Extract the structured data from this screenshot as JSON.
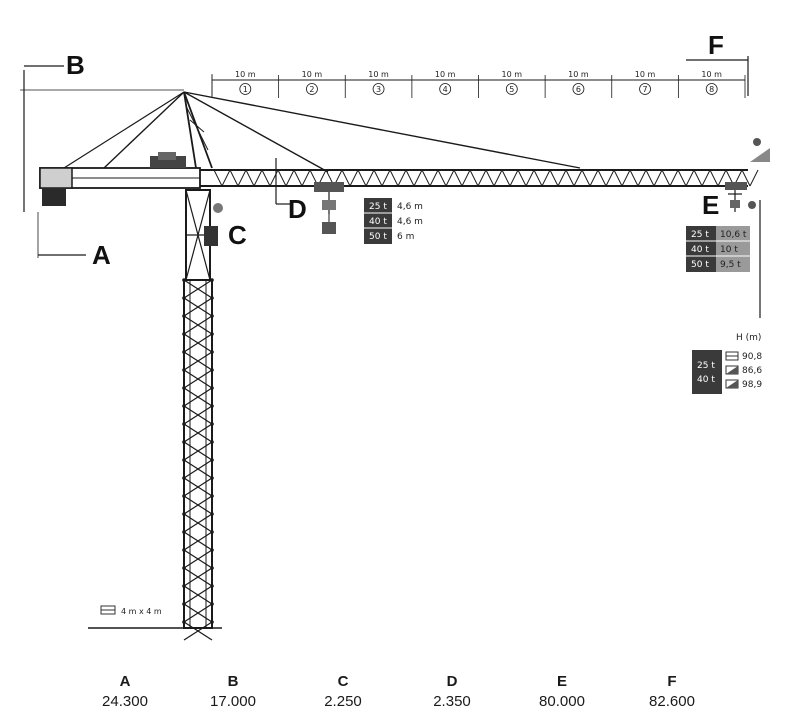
{
  "labels": {
    "A": "A",
    "B": "B",
    "C": "C",
    "D": "D",
    "E": "E",
    "F": "F"
  },
  "jib_segments": [
    {
      "length": "10 m",
      "num": "1"
    },
    {
      "length": "10 m",
      "num": "2"
    },
    {
      "length": "10 m",
      "num": "3"
    },
    {
      "length": "10 m",
      "num": "4"
    },
    {
      "length": "10 m",
      "num": "5"
    },
    {
      "length": "10 m",
      "num": "6"
    },
    {
      "length": "10 m",
      "num": "7"
    },
    {
      "length": "10 m",
      "num": "8"
    }
  ],
  "reach_table": [
    {
      "load": "25 t",
      "radius": "4,6 m"
    },
    {
      "load": "40 t",
      "radius": "4,6 m"
    },
    {
      "load": "50 t",
      "radius": "6 m"
    }
  ],
  "tip_table": [
    {
      "load": "25 t",
      "capacity": "10,6 t"
    },
    {
      "load": "40 t",
      "capacity": "10 t"
    },
    {
      "load": "50 t",
      "capacity": "9,5 t"
    }
  ],
  "height_table": {
    "title": "H (m)",
    "loads": [
      "25 t",
      "40 t"
    ],
    "values": [
      "90,8",
      "86,6",
      "98,9"
    ]
  },
  "mast_base": "4 m x 4 m",
  "dimensions": [
    {
      "letter": "A",
      "value": "24.300"
    },
    {
      "letter": "B",
      "value": "17.000"
    },
    {
      "letter": "C",
      "value": "2.250"
    },
    {
      "letter": "D",
      "value": "2.350"
    },
    {
      "letter": "E",
      "value": "80.000"
    },
    {
      "letter": "F",
      "value": "82.600"
    }
  ],
  "colors": {
    "dark_cell": "#3a3a3a",
    "light_cell": "#9a9a9a",
    "structure": "#1a1a1a"
  }
}
